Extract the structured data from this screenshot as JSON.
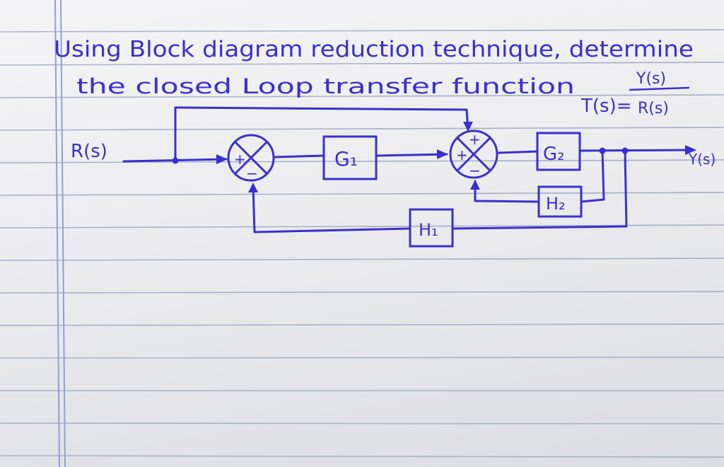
{
  "question": {
    "line1": "Using Block diagram reduction technique, determine",
    "line2": "the closed Loop transfer function",
    "tf_lhs": "T(s)=",
    "tf_numerator": "Y(s)",
    "tf_denominator": "R(s)"
  },
  "diagram": {
    "input_label": "R(s)",
    "output_label": "Y(s)",
    "blocks": {
      "g1": "G₁",
      "g2": "G₂",
      "h1": "H₁",
      "h2": "H₂"
    },
    "sum1_signs": {
      "left": "+",
      "bottom": "−"
    },
    "sum2_signs": {
      "top": "+",
      "left": "+",
      "bottom": "−"
    }
  },
  "colors": {
    "ink": "#3a2fd0",
    "rule": "#9ca5c2",
    "margin": "#8f9fd8"
  }
}
